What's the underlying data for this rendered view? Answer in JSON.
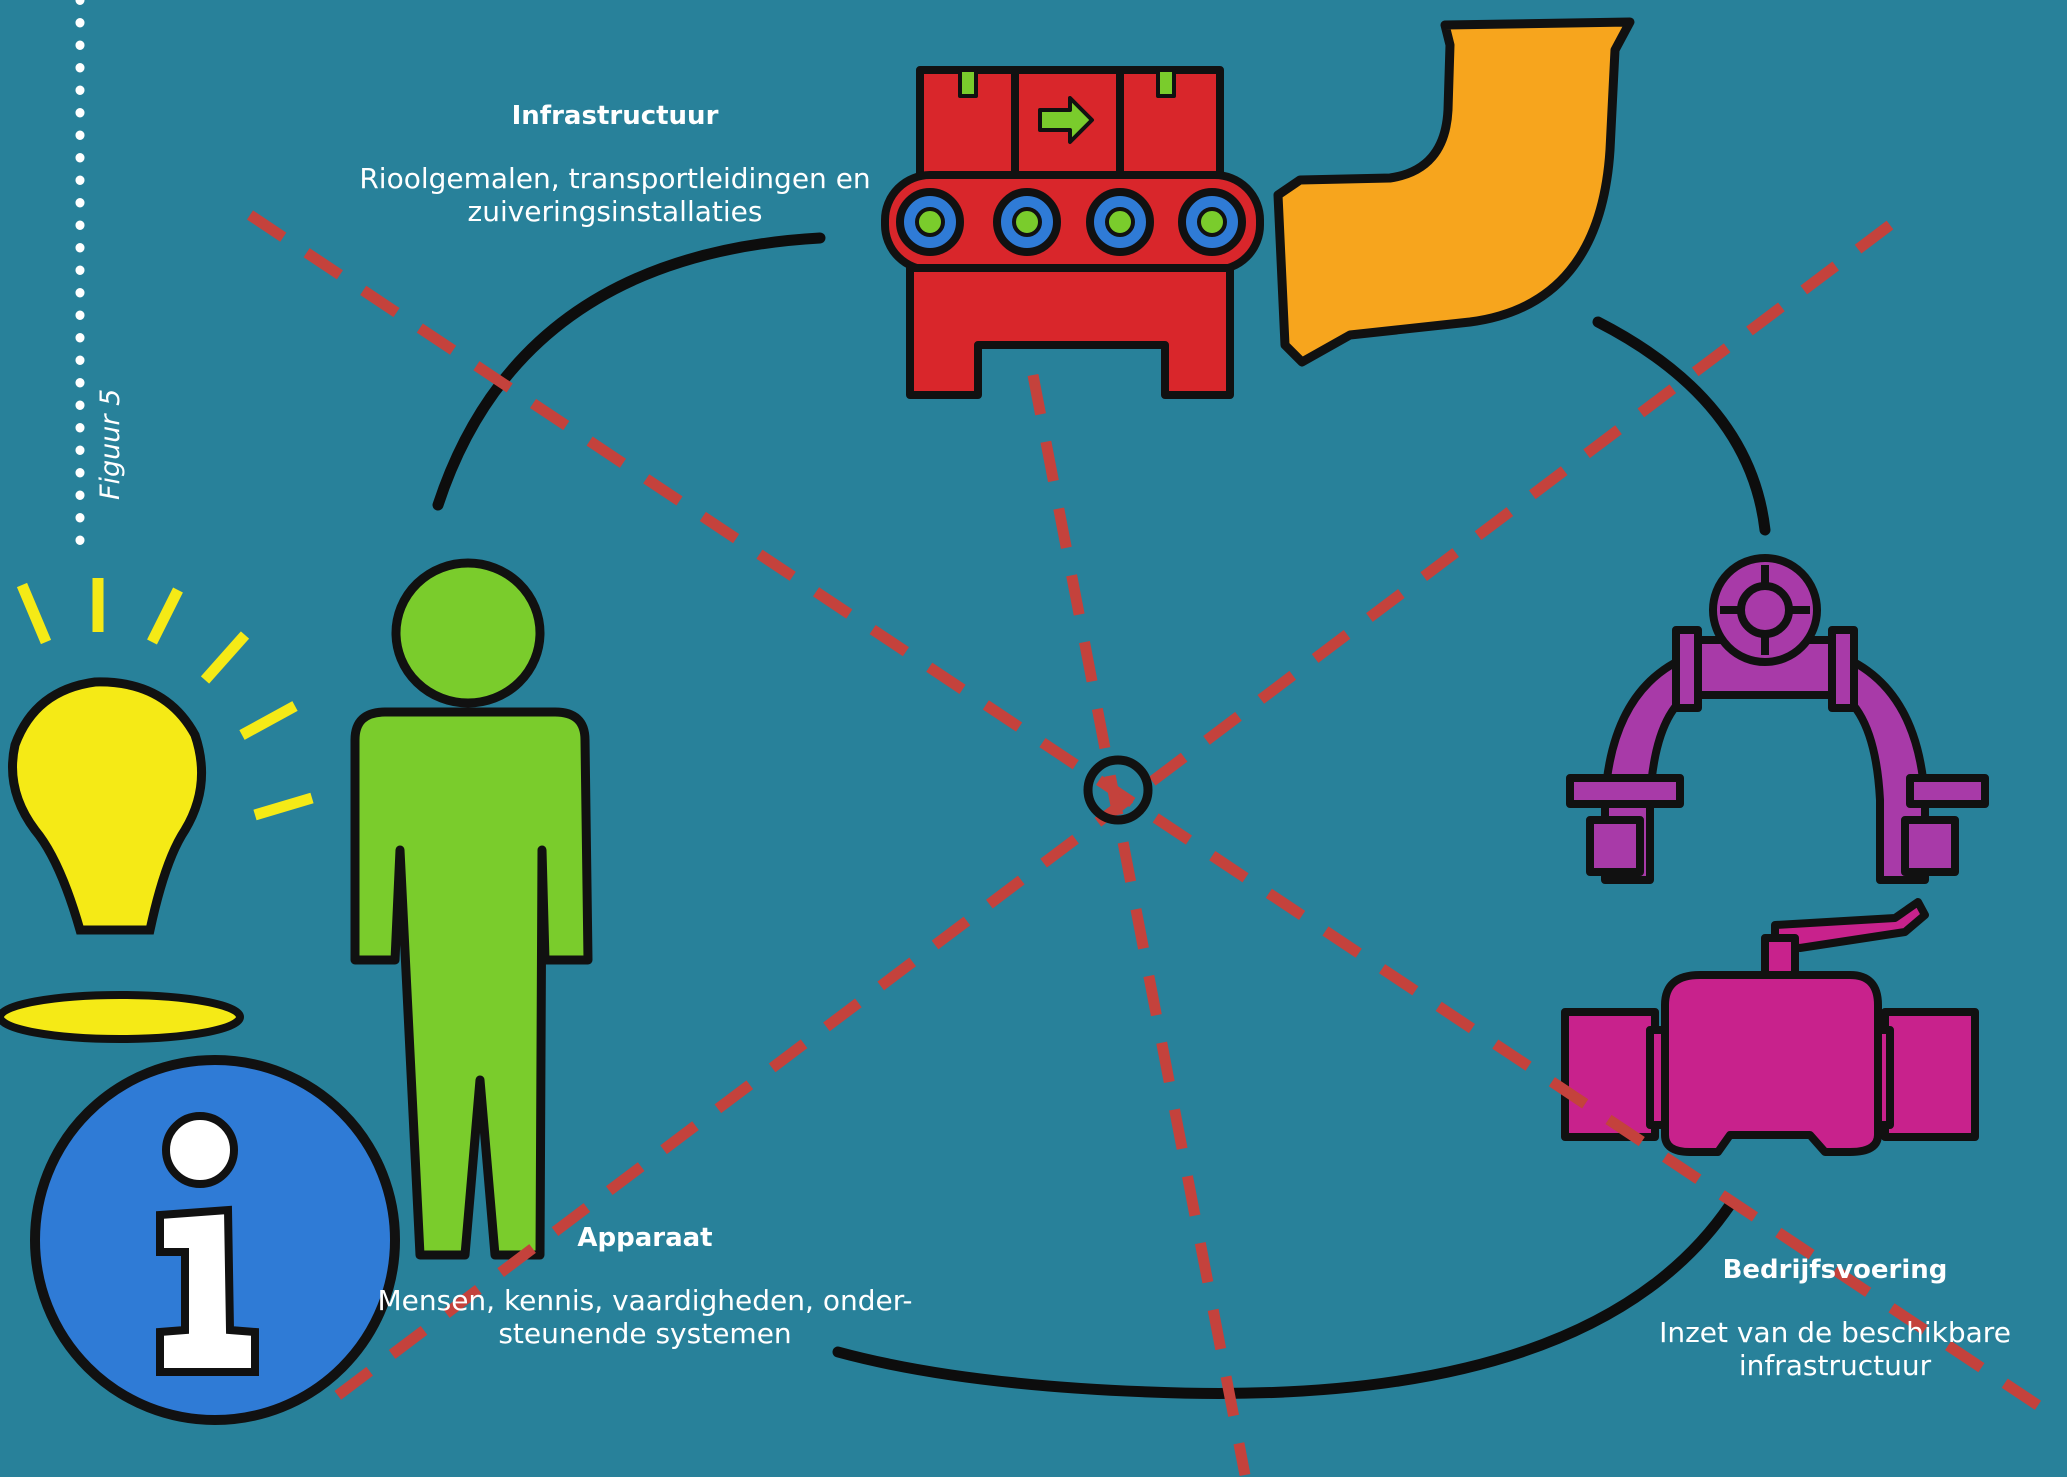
{
  "figure_label": "Figuur 5",
  "sections": {
    "infrastructuur": {
      "title": "Infrastructuur",
      "desc_line1": "Rioolgemalen, transportleidingen en",
      "desc_line2": "zuiveringsinstallaties"
    },
    "apparaat": {
      "title": "Apparaat",
      "desc_line1": "Mensen, kennis, vaardigheden, onder-",
      "desc_line2": "steunende systemen"
    },
    "bedrijfsvoering": {
      "title": "Bedrijfsvoering",
      "desc_line1": "Inzet van de beschikbare",
      "desc_line2": "infrastructuur"
    }
  },
  "icons": [
    "pump-conveyor-icon",
    "pipe-elbow-icon",
    "pipe-valve-wheel-icon",
    "valve-icon",
    "person-icon",
    "lightbulb-icon",
    "info-icon"
  ],
  "colors": {
    "background": "#28819a",
    "dashed_lines": "#c4423c",
    "pump": "#d9262b",
    "pipe": "#f7a51d",
    "person": "#7acc2c",
    "bulb": "#f5ea16",
    "info": "#2f7bd6",
    "valve": "#c8228c",
    "wheel_pipe": "#a83aa8"
  }
}
